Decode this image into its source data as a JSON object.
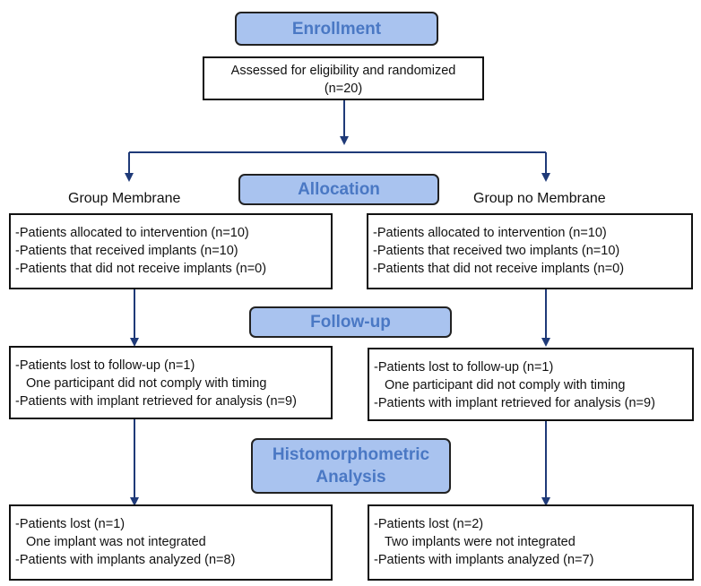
{
  "stages": {
    "enrollment": "Enrollment",
    "allocation": "Allocation",
    "followup": "Follow-up",
    "histomorphometric": "Histomorphometric Analysis"
  },
  "eligibility": {
    "line1": "Assessed for eligibility and randomized",
    "line2": "(n=20)"
  },
  "groups": {
    "left_title": "Group Membrane",
    "right_title": "Group no Membrane"
  },
  "left": {
    "allocation": [
      "-Patients allocated to intervention (n=10)",
      "-Patients that received implants (n=10)",
      "-Patients that did not receive implants (n=0)"
    ],
    "followup": [
      "-Patients lost to follow-up (n=1)",
      "One participant did not comply with timing",
      "-Patients with implant retrieved for analysis (n=9)"
    ],
    "analysis": [
      "-Patients lost (n=1)",
      "One implant was not integrated",
      "-Patients with implants analyzed (n=8)"
    ]
  },
  "right": {
    "allocation": [
      "-Patients allocated to intervention (n=10)",
      "-Patients that received two implants (n=10)",
      "-Patients that did not receive implants (n=0)"
    ],
    "followup": [
      "-Patients lost to follow-up (n=1)",
      "One participant did not comply with timing",
      "-Patients with implant retrieved for analysis (n=9)"
    ],
    "analysis": [
      "-Patients lost (n=2)",
      "Two implants were not integrated",
      "-Patients with implants analyzed (n=7)"
    ]
  },
  "colors": {
    "stage_fill": "#a9c3ef",
    "stage_text": "#4a78c4",
    "arrow": "#1f3a78"
  }
}
